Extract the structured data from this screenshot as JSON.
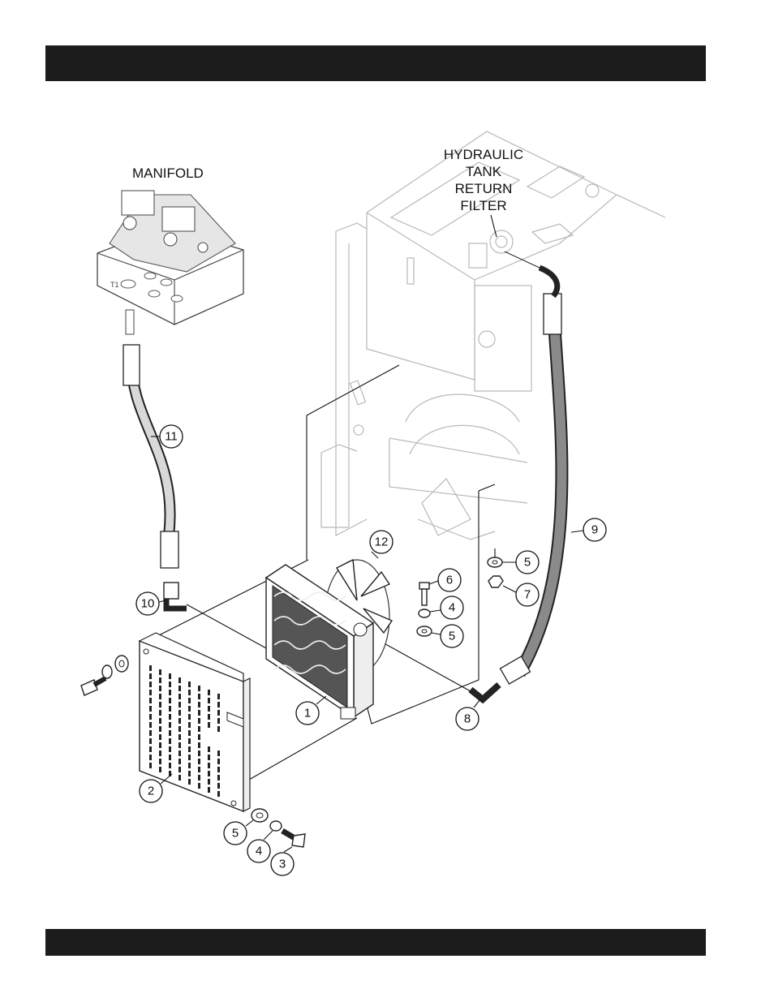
{
  "header_bar": {
    "color": "#1c1c1c"
  },
  "footer_bar": {
    "color": "#1c1c1c"
  },
  "labels": {
    "manifold": "MANIFOLD",
    "filter_line1": "HYDRAULIC",
    "filter_line2": "TANK",
    "filter_line3": "RETURN",
    "filter_line4": "FILTER",
    "port": "T1"
  },
  "callouts": [
    {
      "id": "c1",
      "text": "1"
    },
    {
      "id": "c2",
      "text": "2"
    },
    {
      "id": "c3",
      "text": "3"
    },
    {
      "id": "c4a",
      "text": "4"
    },
    {
      "id": "c4b",
      "text": "4"
    },
    {
      "id": "c5a",
      "text": "5"
    },
    {
      "id": "c5b",
      "text": "5"
    },
    {
      "id": "c5c",
      "text": "5"
    },
    {
      "id": "c6",
      "text": "6"
    },
    {
      "id": "c7",
      "text": "7"
    },
    {
      "id": "c8",
      "text": "8"
    },
    {
      "id": "c9",
      "text": "9"
    },
    {
      "id": "c10",
      "text": "10"
    },
    {
      "id": "c11",
      "text": "11"
    },
    {
      "id": "c12",
      "text": "12"
    }
  ]
}
